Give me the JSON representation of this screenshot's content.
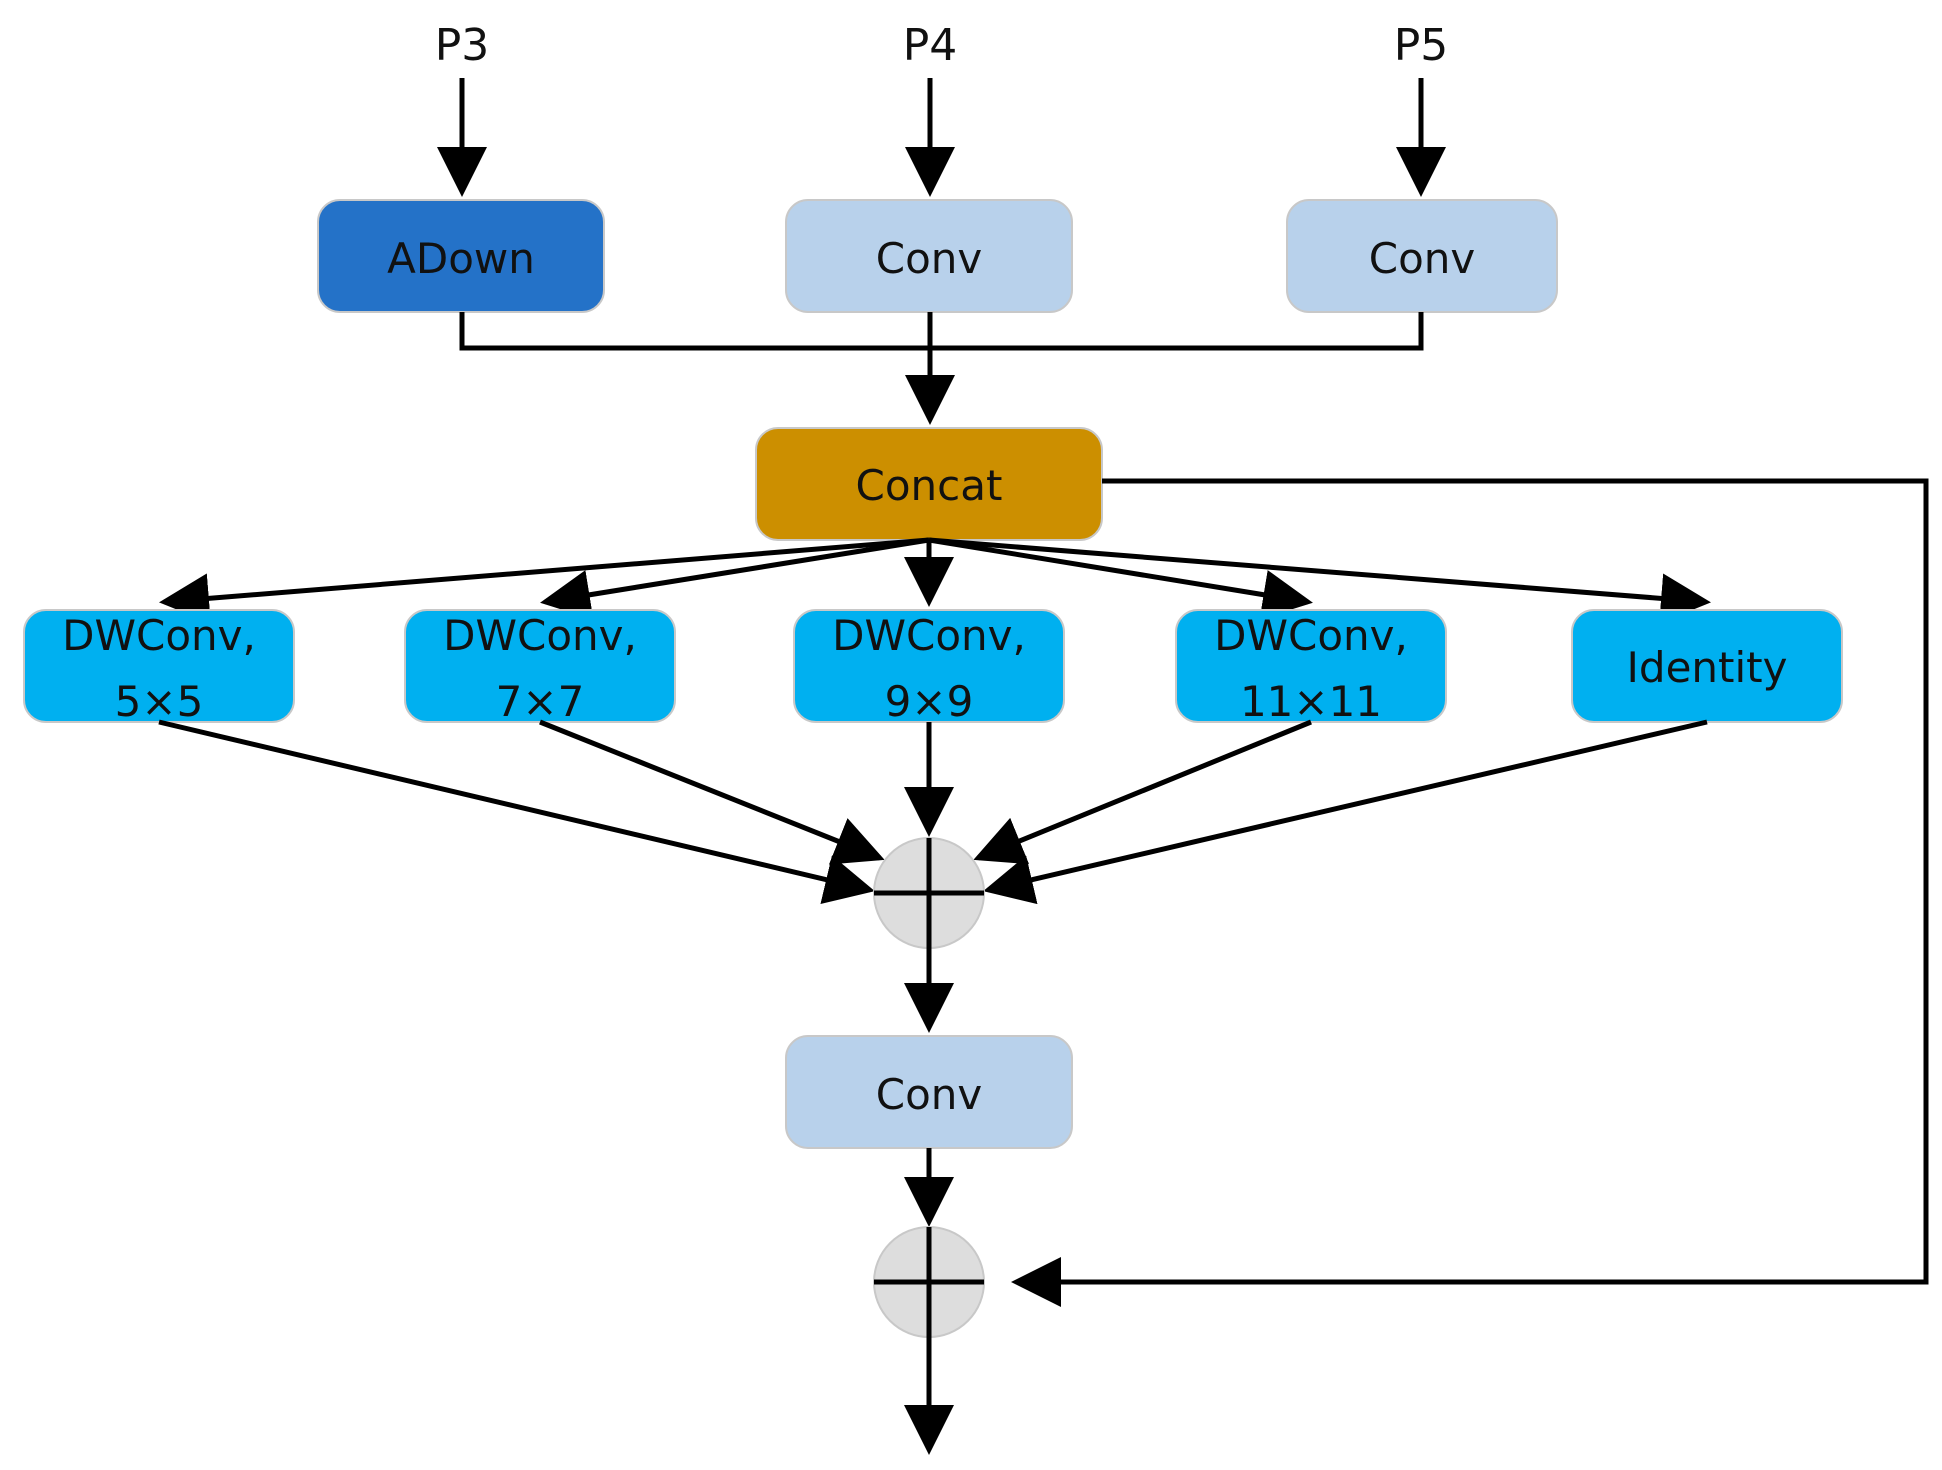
{
  "inputs": {
    "p3": "P3",
    "p4": "P4",
    "p5": "P5"
  },
  "nodes": {
    "adown": "ADown",
    "conv_p4": "Conv",
    "conv_p5": "Conv",
    "concat": "Concat",
    "dw5_line1": "DWConv,",
    "dw5_line2": "5×5",
    "dw7_line1": "DWConv,",
    "dw7_line2": "7×7",
    "dw9_line1": "DWConv,",
    "dw9_line2": "9×9",
    "dw11_line1": "DWConv,",
    "dw11_line2": "11×11",
    "identity": "Identity",
    "conv_out": "Conv"
  },
  "colors": {
    "adown": "#2472C8",
    "conv": "#B8D1EB",
    "concat": "#CC8F00",
    "dwconv": "#00B0F0",
    "sum": "#DDDDDD",
    "node_border": "#C8C8C8",
    "edge": "#000000"
  }
}
